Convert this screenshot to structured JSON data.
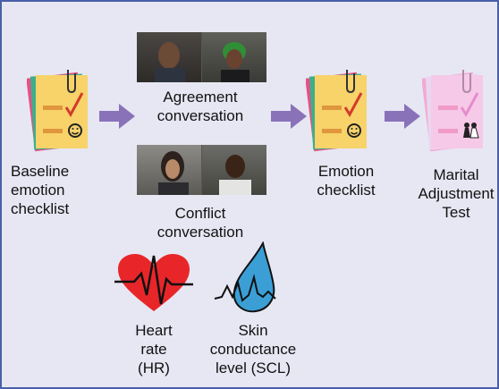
{
  "labels": {
    "baseline": [
      "Baseline",
      "emotion",
      "checklist"
    ],
    "agreement": [
      "Agreement",
      "conversation"
    ],
    "conflict": [
      "Conflict",
      "conversation"
    ],
    "emotion": [
      "Emotion",
      "checklist"
    ],
    "marital": [
      "Marital",
      "Adjustment",
      "Test"
    ],
    "heart": [
      "Heart",
      "rate",
      "(HR)"
    ],
    "skin": [
      "Skin",
      "conductance",
      "level (SCL)"
    ]
  },
  "colors": {
    "border": "#4a5fa8",
    "background": "#e6e7f3",
    "arrow": "#8a72b9",
    "checklist_face": "#f7d36a",
    "checklist_back1": "#e84f86",
    "checklist_back2": "#3fae8a",
    "marital_face": "#f6c9e8",
    "heart": "#e8262a",
    "drop": "#3b9fd6"
  },
  "icons": [
    "checklist-icon",
    "paperclip-icon",
    "checkmark-icon",
    "smiley-icon",
    "couple-icon",
    "arrow-right-icon",
    "heart-icon",
    "ecg-line-icon",
    "water-drop-icon",
    "skin-signal-icon"
  ]
}
